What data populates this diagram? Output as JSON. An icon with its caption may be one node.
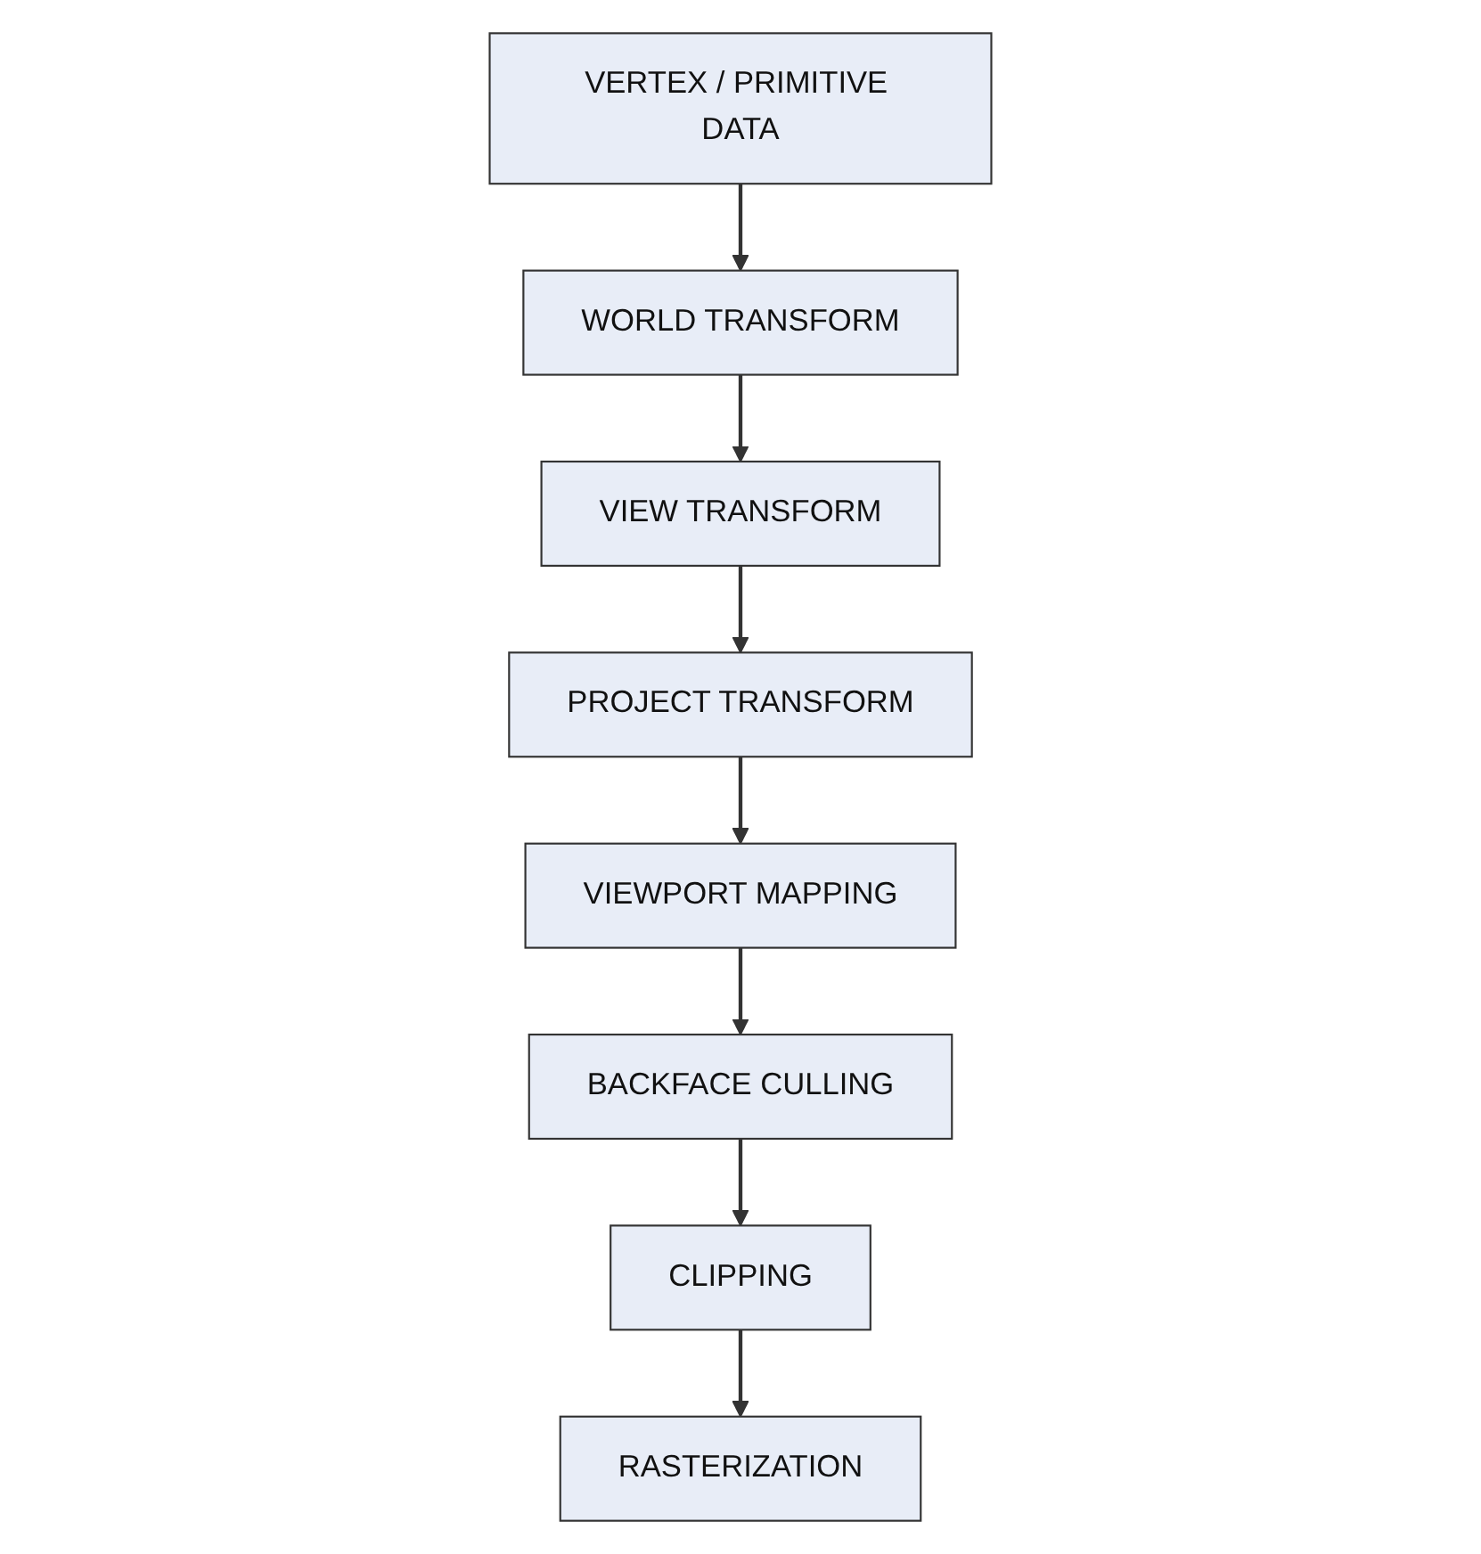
{
  "diagram": {
    "nodes": [
      {
        "text": [
          "VERTEX / PRIMITIVE DATA"
        ]
      },
      {
        "text": [
          "WORLD TRANSFORM"
        ]
      },
      {
        "text": [
          "VIEW TRANSFORM"
        ]
      },
      {
        "text": [
          "PROJECT TRANSFORM"
        ]
      },
      {
        "text": [
          "VIEWPORT MAPPING"
        ]
      },
      {
        "text": [
          "BACKFACE CULLING"
        ]
      },
      {
        "text": [
          "CLIPPING"
        ]
      },
      {
        "text": [
          "RASTERIZATION"
        ]
      }
    ],
    "edges": [
      {
        "from": 0,
        "to": 1,
        "arrow": "to"
      },
      {
        "from": 1,
        "to": 2,
        "arrow": "to"
      },
      {
        "from": 2,
        "to": 3,
        "arrow": "to"
      },
      {
        "from": 3,
        "to": 4,
        "arrow": "to"
      },
      {
        "from": 4,
        "to": 5,
        "arrow": "to"
      },
      {
        "from": 5,
        "to": 6,
        "arrow": "to"
      },
      {
        "from": 6,
        "to": 7,
        "arrow": "to"
      }
    ]
  }
}
